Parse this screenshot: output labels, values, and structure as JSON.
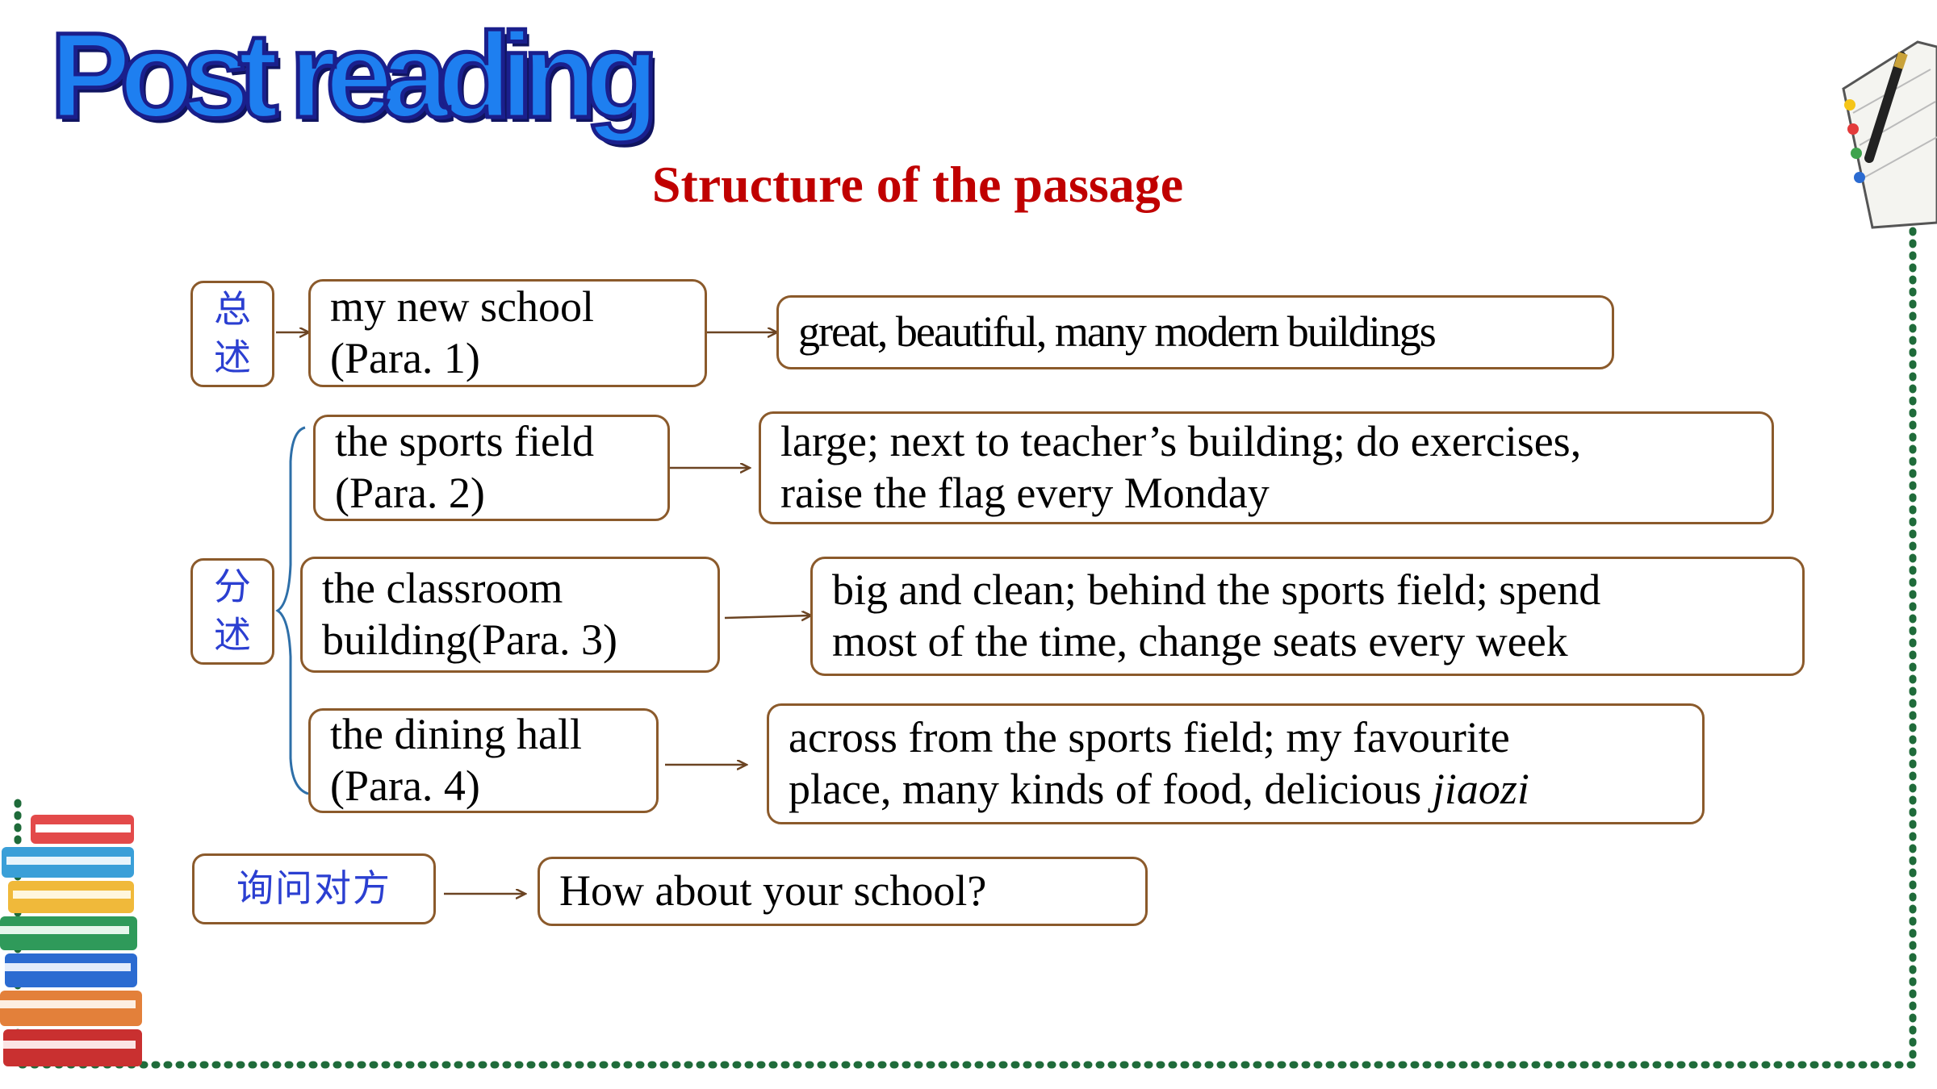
{
  "slide": {
    "title": "Post reading",
    "subtitle": "Structure of the passage"
  },
  "labels": {
    "overview": [
      "总",
      "述"
    ],
    "details": [
      "分",
      "述"
    ],
    "ask": "询问对方"
  },
  "rows": [
    {
      "topic": [
        "my new school",
        "(Para. 1)"
      ],
      "detail": [
        "great, beautiful, many modern buildings"
      ]
    },
    {
      "topic": [
        "the sports field",
        "(Para. 2)"
      ],
      "detail": [
        "large; next to teacher’s building; do exercises,",
        "raise the flag every Monday"
      ]
    },
    {
      "topic": [
        "the classroom",
        "building(Para. 3)"
      ],
      "detail": [
        "big and clean; behind the sports field; spend",
        "most of the time, change seats every week"
      ]
    },
    {
      "topic": [
        "the dining hall",
        "(Para. 4)"
      ],
      "detail": [
        "across from the sports field; my favourite",
        "place, many kinds of food, delicious",
        "jiaozi"
      ]
    }
  ],
  "question": "How about your school?",
  "colors": {
    "box_border": "#8b5a2b",
    "label_text": "#2b3fd1",
    "subtitle": "#c00000",
    "brace": "#2e6fa8",
    "dotted_frame": "#1f6b3a",
    "title_fill": "#1e7ff0"
  },
  "decorations": [
    "notebook-pen-icon",
    "book-stack-icon"
  ]
}
